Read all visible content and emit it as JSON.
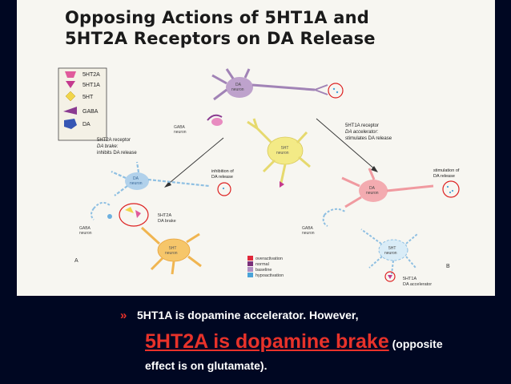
{
  "title": {
    "line1": "Opposing Actions of 5HT1A and",
    "line2": "5HT2A Receptors on DA Release"
  },
  "legend": [
    {
      "label": "5HT2A",
      "icon": "pink-trapezoid-icon",
      "color": "#e05a9b"
    },
    {
      "label": "5HT1A",
      "icon": "magenta-triangle-icon",
      "color": "#c43a8e"
    },
    {
      "label": "5HT",
      "icon": "yellow-diamond-icon",
      "color": "#f1d54a"
    },
    {
      "label": "GABA",
      "icon": "purple-wedge-icon",
      "color": "#8a3b91"
    },
    {
      "label": "DA",
      "icon": "blue-pentagon-icon",
      "color": "#3656b4"
    }
  ],
  "labels": {
    "da_neuron_top": "DA\nneuron",
    "gaba_neuron_top": "GABA\nneuron",
    "ht_neuron_top": "5HT\nneuron",
    "receptor_left_title": "5HT2A receptor",
    "receptor_left_sub1": "DA brake:",
    "receptor_left_sub2": "inhibits DA release",
    "receptor_right_title": "5HT1A receptor",
    "receptor_right_sub1": "DA accelerator:",
    "receptor_right_sub2": "stimulates DA release",
    "inhibition": "inhibition of\nDA release",
    "stimulation": "stimulation of\nDA release",
    "da_neuron_left": "DA\nneuron",
    "da_neuron_right": "DA\nneuron",
    "gaba_neuron_left": "GABA\nneuron",
    "gaba_neuron_right": "GABA\nneuron",
    "ht2a_brake": "5HT2A\nDA brake",
    "ht_neuron_left": "5HT\nneuron",
    "ht_neuron_right": "5HT\nneuron",
    "ht1a_accel": "5HT1A\nDA accelerator",
    "panel_a": "A",
    "panel_b": "B"
  },
  "activity_key": [
    {
      "label": "overactivation",
      "color": "#e0283a"
    },
    {
      "label": "normal",
      "color": "#7a2f7a"
    },
    {
      "label": "baseline",
      "color": "#b08ec2"
    },
    {
      "label": "hypoactivation",
      "color": "#4aa3d8"
    }
  ],
  "bullet": {
    "marker": "»",
    "line1": "5HT1A is dopamine accelerator. However,",
    "big": "5HT2A is dopamine brake",
    "small": " (opposite",
    "line3": "effect is on glutamate)."
  }
}
